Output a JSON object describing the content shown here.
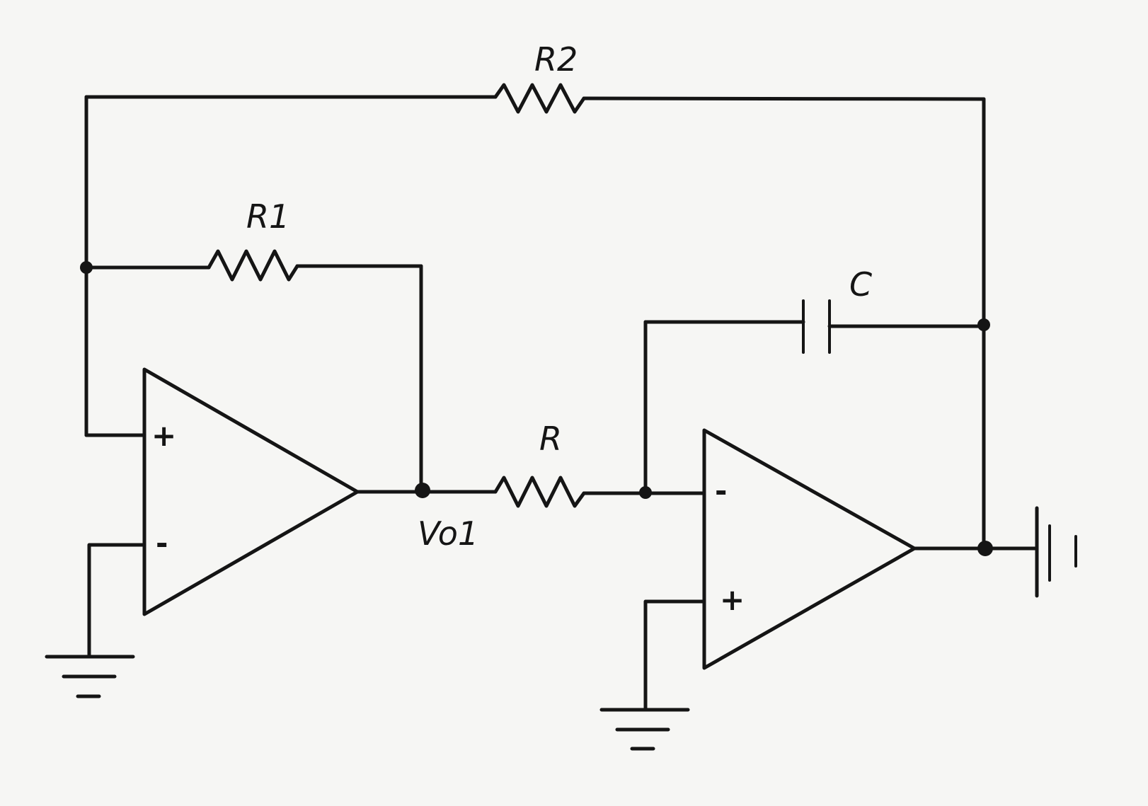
{
  "labels": {
    "r2": "R2",
    "r1": "R1",
    "r": "R",
    "c": "C",
    "vo1": "Vo1"
  },
  "opamp1": {
    "plus": "+",
    "minus": "-"
  },
  "opamp2": {
    "plus": "+",
    "minus": "-"
  },
  "colors": {
    "ink": "#151515",
    "paper": "#f6f6f4"
  }
}
